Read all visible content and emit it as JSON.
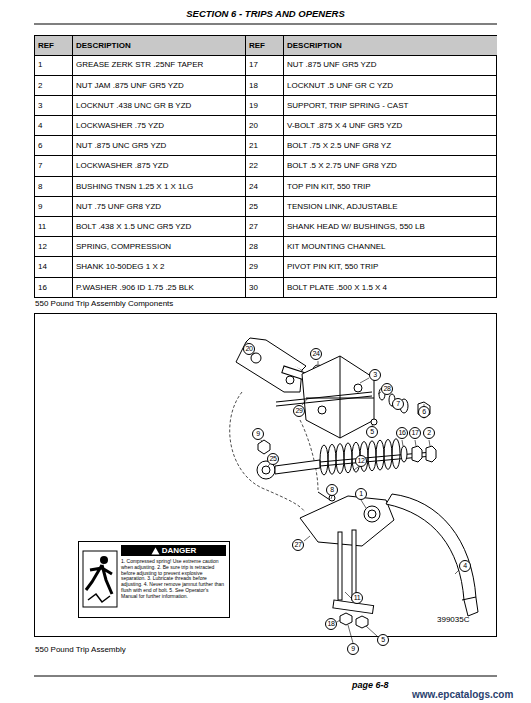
{
  "diagram": {
    "title": "SECTION 6 - TRIPS AND OPENERS",
    "caption": "550 Pound Trip Assembly",
    "nodes": [
      {
        "text": [
          "DANGER",
          "1. Compressed spring! Use extreme caution when adjusting. 2. Be sure trip is retracted before adjusting to prevent explosive separation. 3. Lubricate threads before adjusting. 4. Never remove jamnut further than flush with end of bolt. 5. See Operator's Manual for further information."
        ]
      }
    ],
    "labels": [
      "REF",
      "DESCRIPTION",
      "REF",
      "DESCRIPTION",
      "1",
      "GREASE ZERK STR .25NF TAPER",
      "17",
      "NUT .875 UNF GR5 YZD",
      "2",
      "NUT JAM .875 UNF GR5 YZD",
      "18",
      "LOCKNUT .5 UNF GR C YZD",
      "3",
      "LOCKNUT .438 UNC GR B YZD",
      "19",
      "SUPPORT, TRIP SPRING - CAST",
      "4",
      "LOCKWASHER .75 YZD",
      "20",
      "V-BOLT .875 X 4 UNF GR5 YZD",
      "6",
      "NUT .875 UNC GR5 YZD",
      "21",
      "BOLT .75 X 2.5 UNF GR8 YZ",
      "7",
      "LOCKWASHER .875 YZD",
      "22",
      "BOLT .5 X 2.75 UNF GR8 YZD",
      "8",
      "BUSHING TNSN 1.25 X 1 X 1LG",
      "24",
      "TOP PIN KIT, 550 TRIP",
      "9",
      "NUT .75 UNF GR8 YZD",
      "25",
      "TENSION LINK, ADJUSTABLE",
      "11",
      "BOLT .438 X 1.5 UNC GR5 YZD",
      "27",
      "SHANK HEAD W/ BUSHINGS, 550 LB",
      "12",
      "SPRING, COMPRESSION",
      "28",
      "KIT MOUNTING CHANNEL",
      "14",
      "SHANK 10-50DEG 1 X 2",
      "29",
      "PIVOT PIN KIT, 550 TRIP",
      "16",
      "P.WASHER .906 ID 1.75 .25 BLK",
      "30",
      "BOLT PLATE .500 X 1.5 X 4",
      "550 Pound Trip Assembly Components",
      "20",
      "24",
      "3",
      "28",
      "7",
      "29",
      "6",
      "9",
      "5",
      "16",
      "17",
      "2",
      "25",
      "12",
      "8",
      "1",
      "27",
      "11",
      "4",
      "18",
      "5",
      "9",
      "399035C",
      "page 6-8",
      "www.epcatalogs.com"
    ]
  }
}
